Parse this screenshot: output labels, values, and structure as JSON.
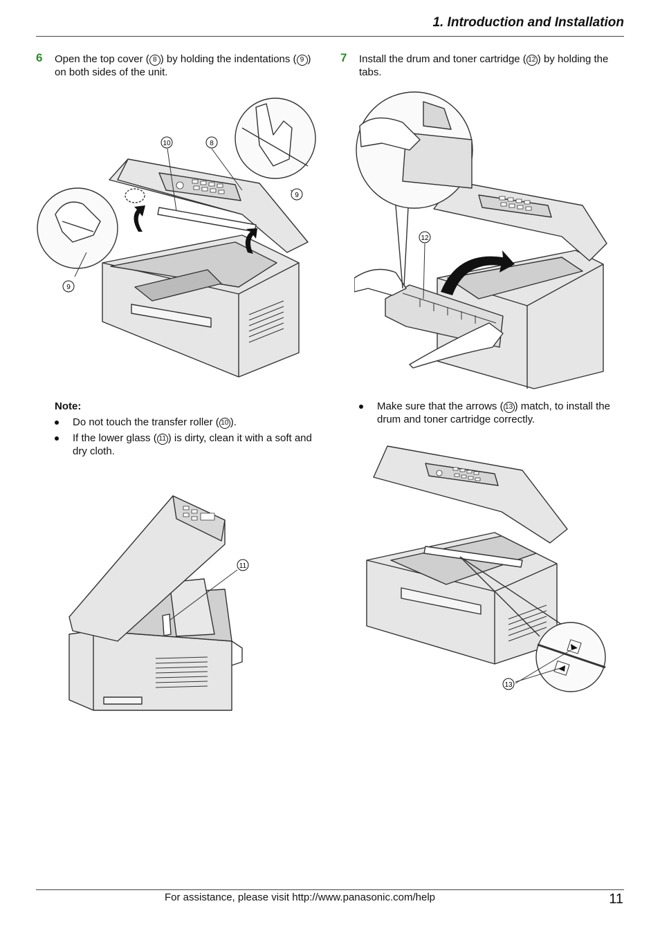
{
  "header": {
    "section_title": "1. Introduction and Installation"
  },
  "step6": {
    "number": "6",
    "text_a": "Open the top cover (",
    "ref_a": "8",
    "text_b": ") by holding the indentations (",
    "ref_b": "9",
    "text_c": ") on both sides of the unit.",
    "callouts": {
      "roller": "10",
      "cover": "8",
      "indent_right": "9",
      "indent_left": "9"
    }
  },
  "note": {
    "title": "Note:",
    "item1_a": "Do not touch the transfer roller (",
    "item1_ref": "10",
    "item1_b": ").",
    "item2_a": "If the lower glass (",
    "item2_ref": "11",
    "item2_b": ") is dirty, clean it with a soft and dry cloth.",
    "callout_glass": "11"
  },
  "step7": {
    "number": "7",
    "text_a": "Install the drum and toner cartridge (",
    "ref_a": "12",
    "text_b": ") by holding the tabs.",
    "callout_cartridge": "12",
    "bullet_a": "Make sure that the arrows (",
    "bullet_ref": "13",
    "bullet_b": ") match, to install the drum and toner cartridge correctly.",
    "callout_arrows": "13"
  },
  "footer": {
    "assistance": "For assistance, please visit http://www.panasonic.com/help",
    "page_number": "11"
  },
  "colors": {
    "step_number": "#2e8b2e",
    "line_art": "#333333",
    "fill": "#e6e6e6"
  }
}
